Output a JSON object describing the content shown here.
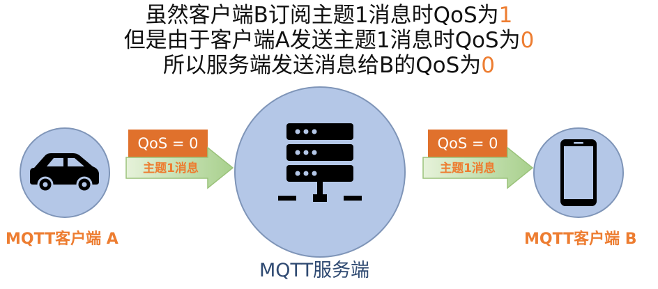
{
  "headline": {
    "line1": {
      "text": "虽然客户端B订阅主题1消息时QoS为",
      "value": "1"
    },
    "line2": {
      "text": "但是由于客户端A发送主题1消息时QoS为",
      "value": "0"
    },
    "line3": {
      "text": "所以服务端发送消息给B的QoS为",
      "value": "0"
    }
  },
  "client_a": {
    "label": "MQTT客户端 A",
    "icon": "car-icon"
  },
  "server": {
    "label": "MQTT服务端",
    "icon": "server-icon"
  },
  "client_b": {
    "label": "MQTT客户端 B",
    "icon": "smartphone-icon"
  },
  "left_link": {
    "qos_label": "QoS = 0",
    "message_label": "主题1消息"
  },
  "right_link": {
    "qos_label": "QoS = 0",
    "message_label": "主题1消息"
  },
  "colors": {
    "accent_orange": "#ED7D31",
    "qos_box": "#E0712C",
    "arrow_fill_start": "#E6F2DA",
    "arrow_fill_end": "#A8D08D",
    "arrow_stroke": "#9AC27A",
    "circle_fill": "#B4C7E7",
    "circle_stroke": "#7F95B8",
    "server_label": "#2F4A72",
    "icon_dark": "#000000"
  }
}
